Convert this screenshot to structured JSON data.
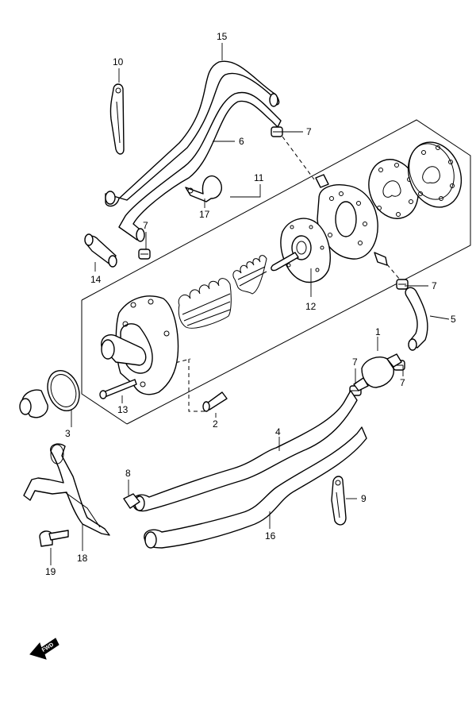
{
  "callouts": {
    "c1": "1",
    "c2": "2",
    "c3": "3",
    "c4": "4",
    "c5": "5",
    "c6": "6",
    "c7a": "7",
    "c7b": "7",
    "c7c": "7",
    "c7d": "7",
    "c7e": "7",
    "c8": "8",
    "c9": "9",
    "c10": "10",
    "c11": "11",
    "c12": "12",
    "c13": "13",
    "c14": "14",
    "c15": "15",
    "c16": "16",
    "c17": "17",
    "c18": "18",
    "c19": "19"
  },
  "fwd_arrow": {
    "label": "FWD"
  }
}
